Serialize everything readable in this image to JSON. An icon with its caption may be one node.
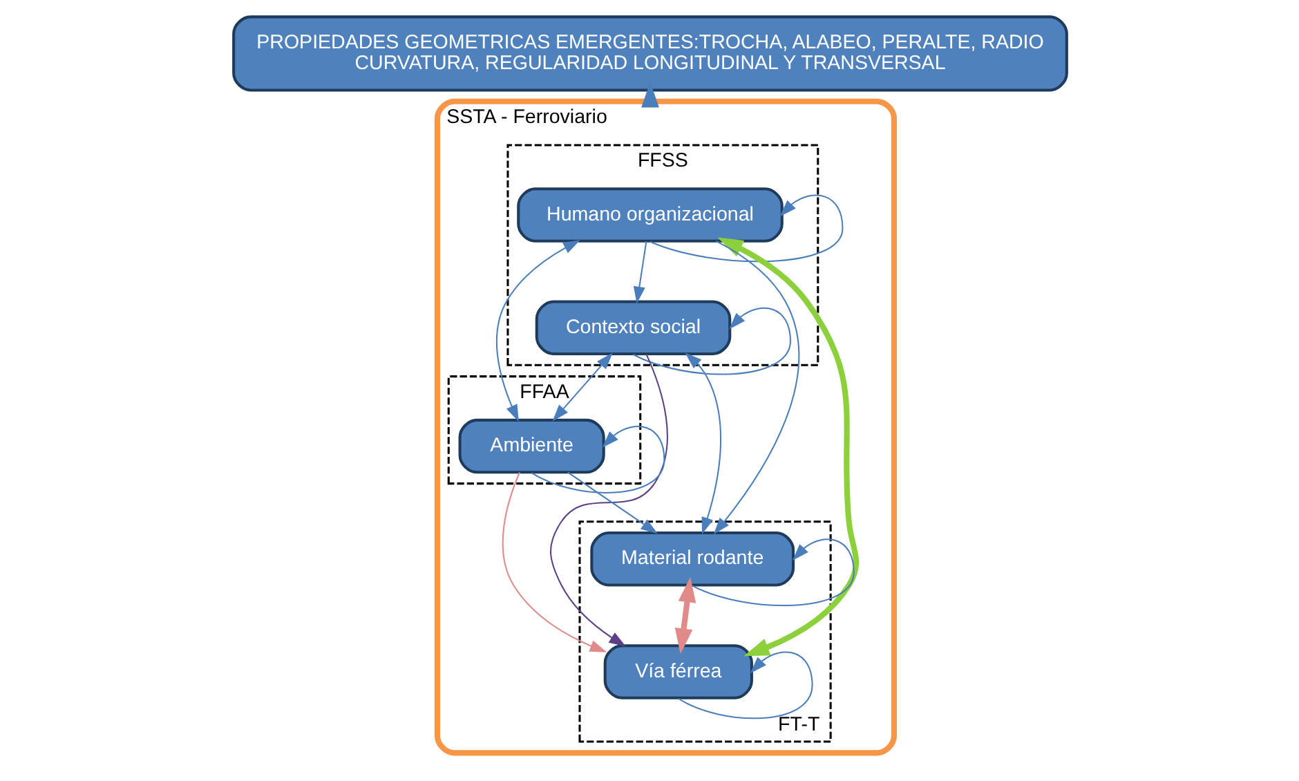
{
  "diagram": {
    "nodes": [
      {
        "text": [
          "PROPIEDADES GEOMETRICAS EMERGENTES:TROCHA, ALABEO, PERALTE, RADIO CURVATURA, REGULARIDAD LONGITUDINAL Y TRANSVERSAL"
        ]
      },
      {
        "text": [
          "SSTA - Ferroviario"
        ]
      },
      {
        "text": [
          "FFSS"
        ],
        "in": 1
      },
      {
        "text": [
          "FFAA"
        ],
        "in": 1
      },
      {
        "text": [
          "FT-T"
        ],
        "in": 1
      },
      {
        "text": [
          "Humano organizacional"
        ],
        "in": 2
      },
      {
        "text": [
          "Contexto social"
        ],
        "in": 2
      },
      {
        "text": [
          "Ambiente"
        ],
        "in": 3
      },
      {
        "text": [
          "Vía férrea"
        ],
        "in": 4
      },
      {
        "text": [
          "Material rodante"
        ],
        "in": 4
      }
    ],
    "edges": [
      {
        "from": 1,
        "to": 0,
        "arrow": "to",
        "style": "thick"
      },
      {
        "from": 5,
        "to": 7,
        "arrow": "both"
      },
      {
        "from": 5,
        "to": 5,
        "arrow": "to"
      },
      {
        "from": 5,
        "to": 6,
        "arrow": "to"
      },
      {
        "from": 5,
        "to": 9,
        "arrow": "to"
      },
      {
        "from": 5,
        "to": 8,
        "arrow": "both",
        "style": "thick",
        "color": "#8cd03c"
      },
      {
        "from": 6,
        "to": 6,
        "arrow": "to"
      },
      {
        "from": 6,
        "to": 7,
        "arrow": "both"
      },
      {
        "from": 6,
        "to": 8,
        "arrow": "to",
        "color": "#5b3f87"
      },
      {
        "from": 6,
        "to": 9,
        "arrow": "both"
      },
      {
        "from": 7,
        "to": 7,
        "arrow": "to"
      },
      {
        "from": 7,
        "to": 8,
        "arrow": "to",
        "color": "#e08a8a"
      },
      {
        "from": 7,
        "to": 9,
        "arrow": "to"
      },
      {
        "from": 8,
        "to": 8,
        "arrow": "to"
      },
      {
        "from": 9,
        "to": 8,
        "arrow": "both",
        "style": "thick",
        "color": "#e08a8a"
      },
      {
        "from": 9,
        "to": 9,
        "arrow": "to"
      }
    ]
  }
}
